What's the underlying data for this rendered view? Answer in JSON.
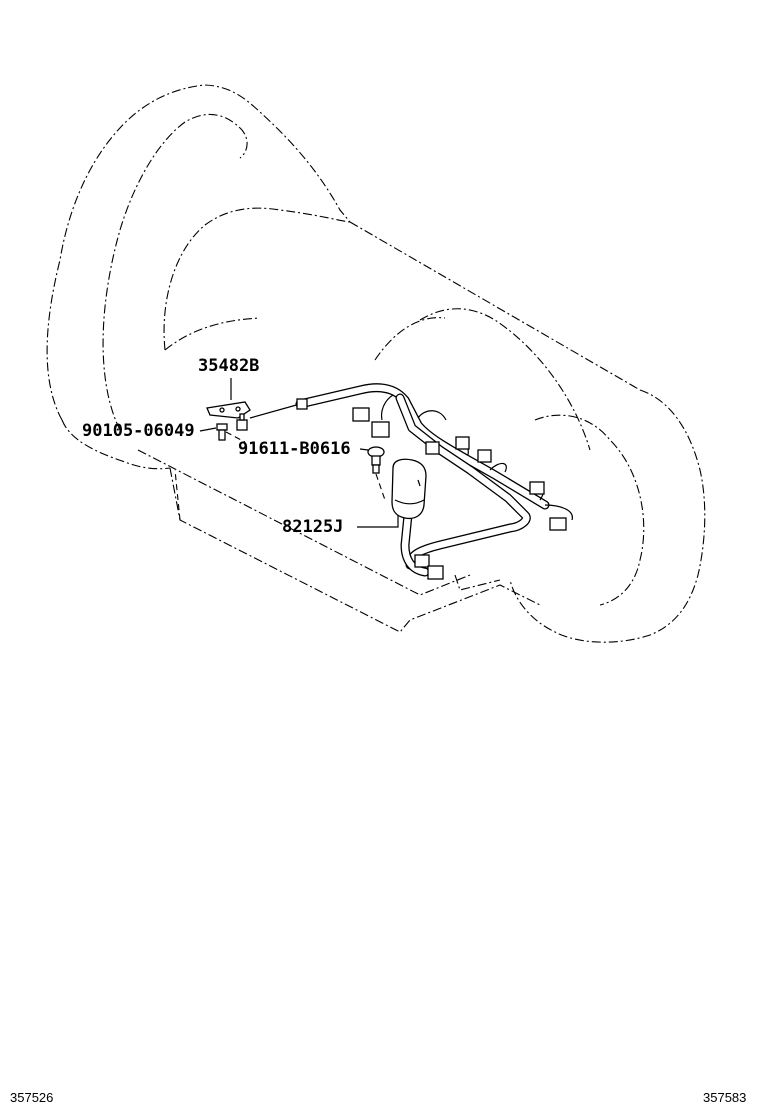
{
  "parts": {
    "bracket": "35482B",
    "bolt": "90105-06049",
    "clamp_bolt": "91611-B0616",
    "wire_harness": "82125J"
  },
  "footer": {
    "left_id": "357526",
    "right_id": "357583"
  },
  "colors": {
    "line": "#000000",
    "background": "#ffffff"
  }
}
